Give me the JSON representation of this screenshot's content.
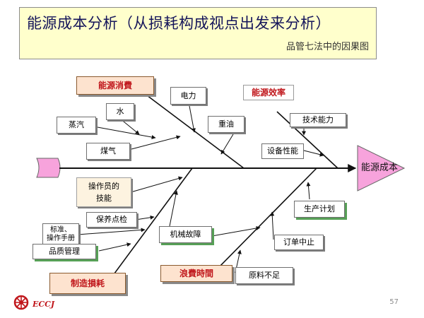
{
  "title": "能源成本分析（从损耗构成视点出发来分析）",
  "subtitle": "品管七法中的因果图",
  "head": "能源成本",
  "categories": {
    "energy_consumption": "能源消費",
    "energy_efficiency": "能源效率",
    "manufacturing_loss": "制造損耗",
    "waste_time": "浪費時間"
  },
  "causes": {
    "electricity": "电力",
    "water": "水",
    "steam": "蒸汽",
    "heavy_oil": "重油",
    "gas": "煤气",
    "technical_ability": "技术能力",
    "equipment_performance": "设备性能",
    "production_plan": "生产计划",
    "operator_skill_line1": "操作员的",
    "operator_skill_line2": "技能",
    "maintenance": "保养点检",
    "standards_line1": "标准、",
    "standards_line2": "操作手册",
    "quality_management": "品质管理",
    "machine_failure": "机械故障",
    "order_suspended": "订单中止",
    "material_shortage": "原料不足"
  },
  "logo_text": "ECCJ",
  "page_number": "57",
  "colors": {
    "title_bg": "#ffffcc",
    "category_bg": "#fde3cf",
    "category_text": "#c0161b",
    "head_fill": "#f7a3dc",
    "tail_fill": "#f7a3dc"
  }
}
